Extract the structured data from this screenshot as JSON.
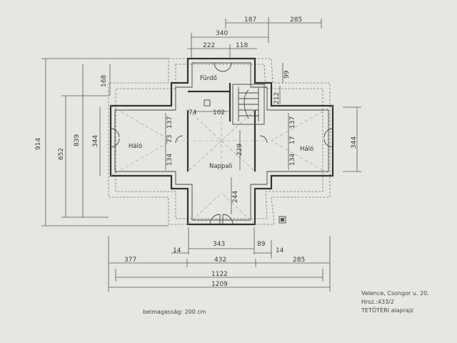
{
  "rooms": {
    "bathroom": "Fürdő",
    "bedroom_left": "Háló",
    "bedroom_right": "Háló",
    "living": "Nappali"
  },
  "dims": {
    "top_340": "340",
    "top_187": "187",
    "top_285": "285",
    "top_222": "222",
    "top_118": "118",
    "left_914": "914",
    "left_839": "839",
    "left_652": "652",
    "left_168": "168",
    "left_344": "344",
    "right_344": "344",
    "bath_99": "99",
    "stair_212": "212",
    "inner_74": "74",
    "inner_102": "102",
    "inner_137a": "137",
    "inner_73": "73",
    "inner_134a": "134",
    "inner_137b": "137",
    "inner_17": "17",
    "inner_134b": "134",
    "inner_229": "229",
    "inner_244": "244",
    "bottom_343": "343",
    "bottom_14a": "14",
    "bottom_89": "89",
    "bottom_14b": "14",
    "bottom_377": "377",
    "bottom_432": "432",
    "bottom_285": "285",
    "bottom_1122": "1122",
    "bottom_1209": "1209"
  },
  "notes": {
    "address": "Velence, Csongor u. 20.",
    "parcel": "Hrsz.:433/2",
    "plan_title": "TETŐTÉRI alaprajz",
    "ceiling": "belmagasság: 200 cm"
  }
}
